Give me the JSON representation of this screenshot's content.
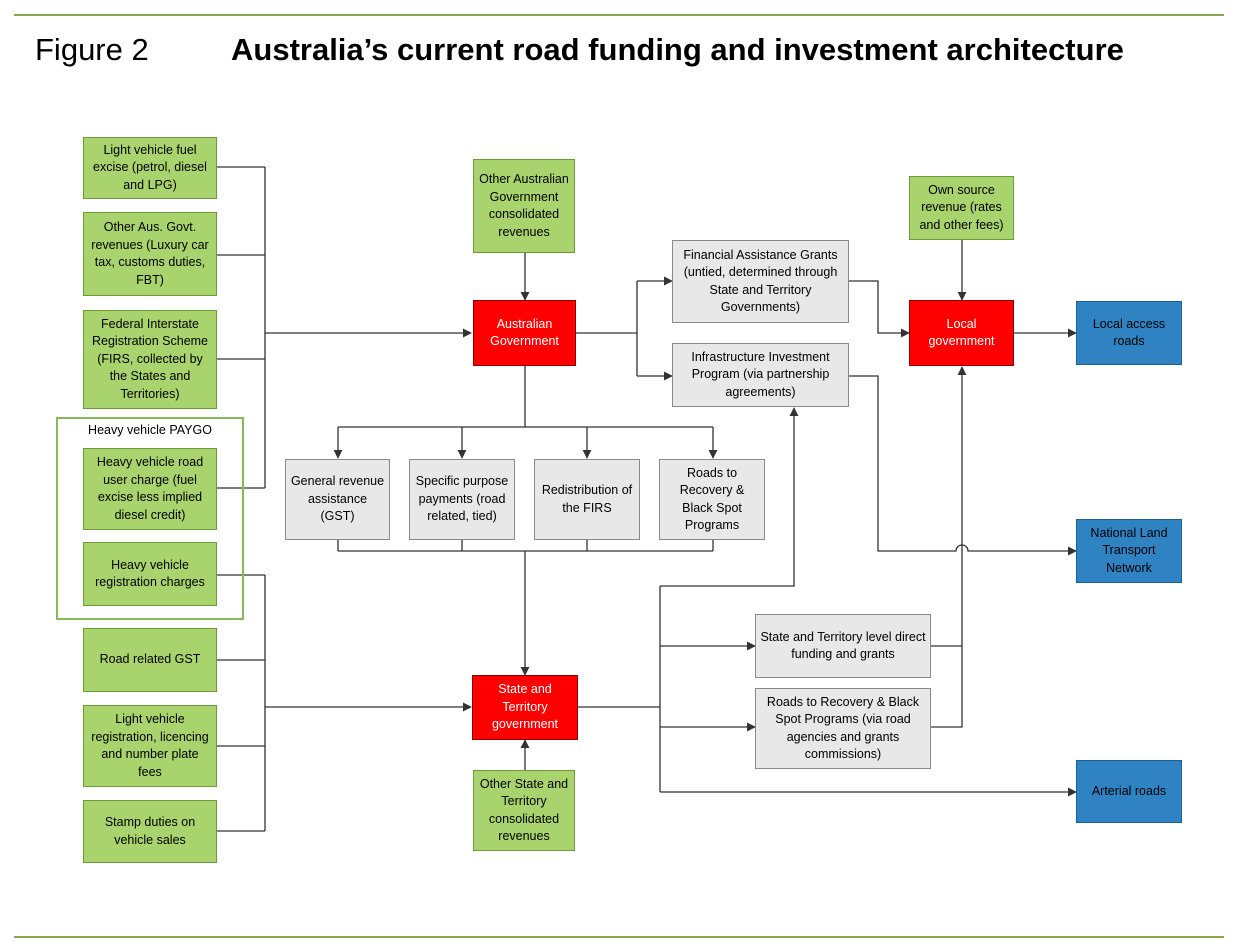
{
  "figure": {
    "label": "Figure 2",
    "title": "Australia’s current road funding and investment architecture"
  },
  "colors": {
    "revenue_source": "#a9d46d",
    "government": "#ff0000",
    "program": "#e8e8e8",
    "outcome": "#2f83c2",
    "rule": "#86a94f"
  },
  "group": {
    "label": "Heavy vehicle PAYGO"
  },
  "nodes": {
    "light_fuel_excise": "Light vehicle fuel excise (petrol, diesel and LPG)",
    "other_aus_revenues": "Other Aus. Govt. revenues (Luxury car tax, customs duties, FBT)",
    "firs": "Federal Interstate Registration Scheme (FIRS, collected by the States and Territories)",
    "hv_road_user_charge": "Heavy vehicle road user charge (fuel excise less implied diesel credit)",
    "hv_registration": "Heavy vehicle registration charges",
    "road_gst": "Road related GST",
    "lv_registration": "Light vehicle registration, licencing and number plate fees",
    "stamp_duties": "Stamp duties on vehicle sales",
    "other_aus_consolidated": "Other Australian Government consolidated revenues",
    "australian_government": "Australian Government",
    "financial_assistance_grants": "Financial Assistance Grants (untied, determined through State and Territory Governments)",
    "infrastructure_investment": "Infrastructure Investment Program (via partnership agreements)",
    "own_source_revenue": "Own source revenue (rates and other fees)",
    "local_government": "Local government",
    "local_access_roads": "Local access roads",
    "general_revenue": "General revenue assistance (GST)",
    "specific_purpose": "Specific purpose payments (road related, tied)",
    "redistribution_firs": "Redistribution of the FIRS",
    "roads_to_recovery_top": "Roads to Recovery & Black Spot Programs",
    "national_land_transport": "National Land Transport Network",
    "state_direct_funding": "State and Territory level direct funding and grants",
    "roads_to_recovery_state": "Roads to Recovery & Black Spot Programs (via road agencies and  grants commissions)",
    "state_government": "State and Territory government",
    "other_state_consolidated": "Other State and Territory consolidated revenues",
    "arterial_roads": "Arterial roads"
  }
}
